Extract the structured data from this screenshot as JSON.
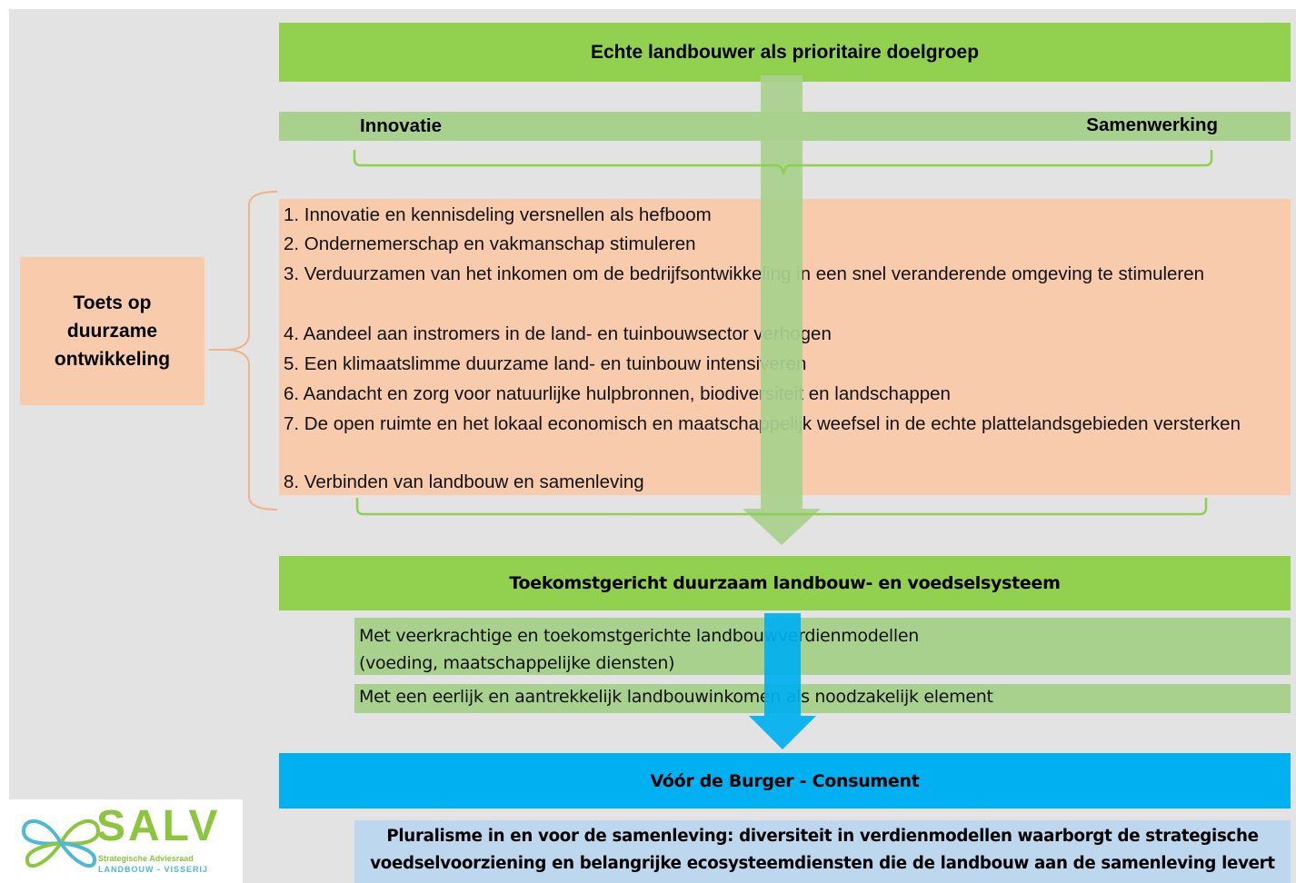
{
  "header": {
    "title": "Echte landbouwer als prioritaire doelgroep"
  },
  "pillars": {
    "left": "Innovatie",
    "right": "Samenwerking"
  },
  "toets": {
    "label_lines": [
      "Toets op",
      "duurzame",
      "ontwikkeling"
    ]
  },
  "objectives": [
    "1. Innovatie en kennisdeling versnellen als hefboom",
    "2. Ondernemerschap en vakmanschap stimuleren",
    "3. Verduurzamen van het inkomen om de bedrijfsontwikkeling in een snel veranderende omgeving te stimuleren",
    "4. Aandeel aan instromers in de land- en tuinbouwsector verhogen",
    "5. Een klimaatslimme duurzame land- en tuinbouw intensiveren",
    "6. Aandacht en zorg voor natuurlijke hulpbronnen, biodiversiteit en landschappen",
    "7. De open ruimte en het lokaal economisch en maatschappelijk weefsel in de echte plattelandsgebieden versterken",
    "8. Verbinden van landbouw en samenleving"
  ],
  "system": {
    "title": "Toekomstgericht duurzaam landbouw- en voedselsysteem",
    "item1_line1": "Met veerkrachtige en toekomstgerichte landbouwverdienmodellen",
    "item1_line2": "(voeding, maatschappelijke diensten)",
    "item2": "Met een eerlijk en aantrekkelijk landbouwinkomen als noodzakelijk element"
  },
  "consumer": {
    "title": "Vóór de Burger - Consument"
  },
  "pluralism": {
    "line1": "Pluralisme in en voor de samenleving: diversiteit in verdienmodellen waarborgt de strategische",
    "line2": "voedselvoorziening en belangrijke ecosysteemdiensten die de landbouw aan de samenleving levert"
  },
  "logo": {
    "name": "SALV",
    "subtitle": "Strategische Adviesraad",
    "subtitle2": "LANDBOUW - VISSERIJ"
  },
  "colors": {
    "green": "#92d050",
    "light_green": "#a9d18e",
    "peach": "#f8cbad",
    "blue": "#00b0f0",
    "pale_blue": "#bdd7ee"
  }
}
